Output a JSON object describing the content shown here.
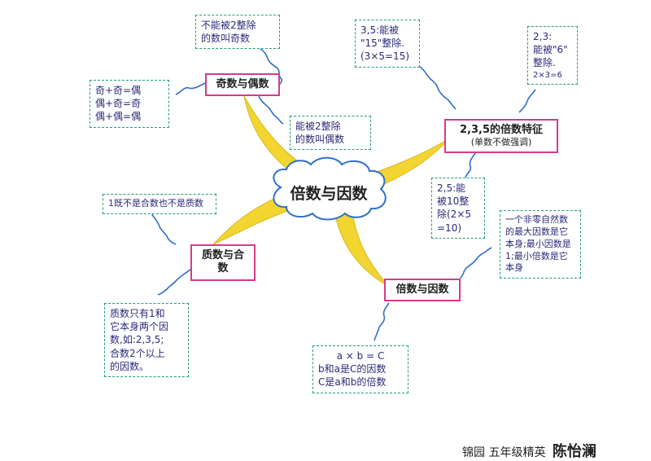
{
  "center": {
    "title": "倍数与因数"
  },
  "branches": {
    "odd_even": {
      "title": "奇数与偶数",
      "def_odd": [
        "不能被2整除",
        "的数叫奇数"
      ],
      "def_even": [
        "能被2整除",
        "的数叫偶数"
      ],
      "rules": [
        "奇+奇=偶",
        "偶+奇=奇",
        "偶+偶=偶"
      ]
    },
    "features": {
      "title": [
        "2,3,5的倍数特征",
        "(单数不做强调)"
      ],
      "note_35": [
        "3,5:能被",
        "\"15\"整除.",
        "(3×5=15)"
      ],
      "note_23": [
        "2,3:",
        "能被\"6\"",
        "整除.",
        "2×3=6"
      ],
      "note_25": [
        "2,5:能",
        "被10整",
        "除(2×5",
        "=10)"
      ]
    },
    "prime_composite": {
      "title": "质数与合数",
      "note_one": "1既不是合数也不是质数",
      "note_def": [
        "质数只有1和",
        "它本身两个因",
        "数,如:2,3,5;",
        "合数2个以上",
        "的因数。"
      ]
    },
    "multiple_factor": {
      "title": "倍数与因数",
      "note_formula": [
        "a × b = C",
        "b和a是C的因数",
        "C是a和b的倍数"
      ],
      "note_natural": [
        "一个非零自然数",
        "的最大因数是它",
        "本身;最小因数是",
        "1;最小倍数是它",
        "本身"
      ]
    }
  },
  "signature": {
    "prefix": "锦园  五年级精英",
    "name": "陈怡澜"
  },
  "colors": {
    "branch_border": "#d63a8a",
    "note_border": "#1f9f7a",
    "connector": "#2f6fc9",
    "arm": "#f2d531"
  }
}
